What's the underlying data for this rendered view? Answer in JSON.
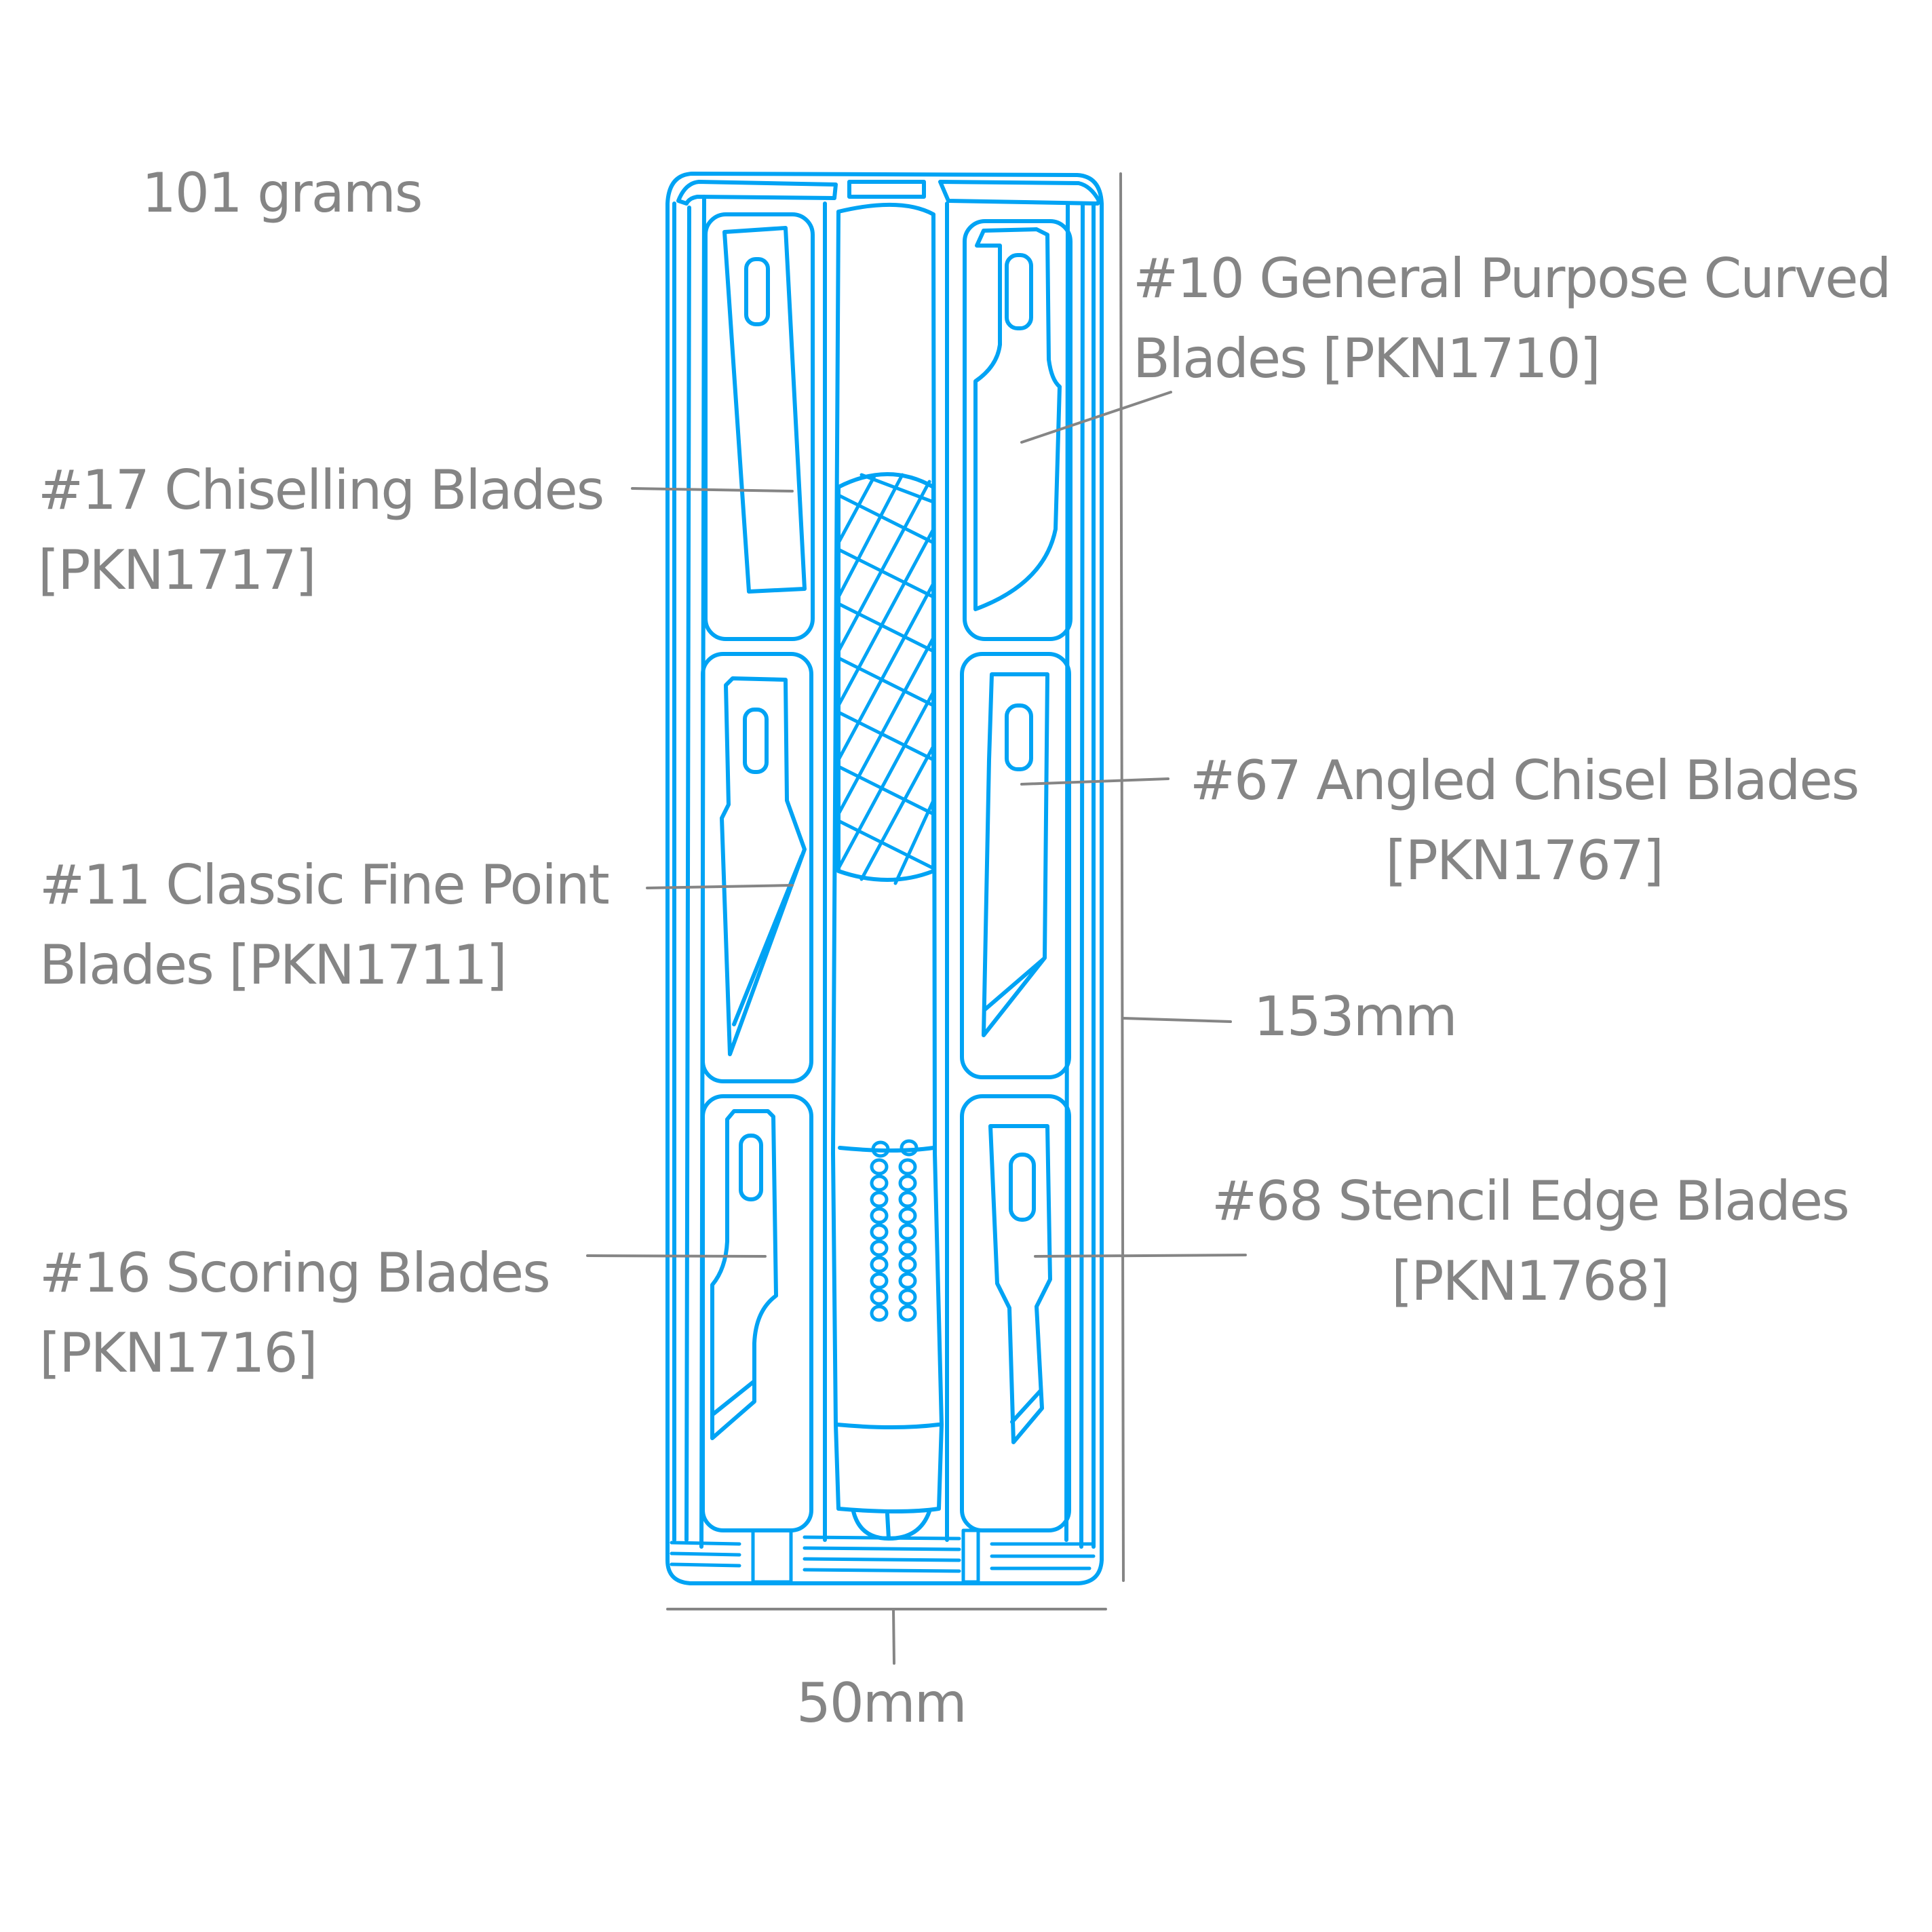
{
  "weight": "101 grams",
  "dimensions": {
    "height": "153mm",
    "width": "50mm"
  },
  "colors": {
    "outline": "#00a3f4",
    "text": "#858585",
    "leader": "#858585",
    "background": "#ffffff"
  },
  "callouts": [
    {
      "id": "10",
      "line1": "#10 General Purpose Curved",
      "line2": "Blades [PKN1710]"
    },
    {
      "id": "17",
      "line1": "#17 Chiselling Blades",
      "line2": "[PKN1717]"
    },
    {
      "id": "11",
      "line1": "#11 Classic Fine Point",
      "line2": "Blades [PKN1711]"
    },
    {
      "id": "67",
      "line1": "#67 Angled Chisel Blades",
      "line2": "[PKN1767]"
    },
    {
      "id": "16",
      "line1": "#16 Scoring Blades",
      "line2": "[PKN1716]"
    },
    {
      "id": "68",
      "line1": "#68 Stencil Edge Blades",
      "line2": "[PKN1768]"
    }
  ]
}
